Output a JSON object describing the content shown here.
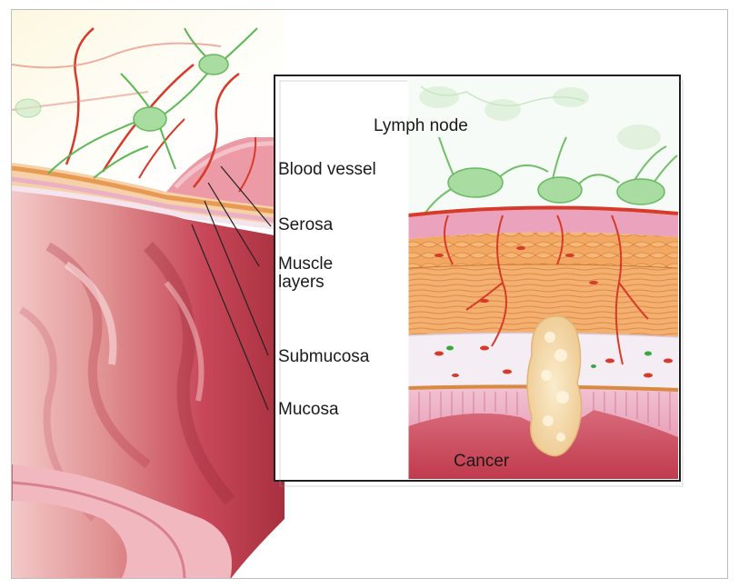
{
  "labels": {
    "lymph_node": "Lymph node",
    "blood_vessel": "Blood vessel",
    "serosa": "Serosa",
    "muscle_line1": "Muscle",
    "muscle_line2": "layers",
    "submucosa": "Submucosa",
    "mucosa": "Mucosa",
    "cancer": "Cancer"
  },
  "colors": {
    "serosa": "#e8a0b8",
    "muscle": "#f0a860",
    "muscle_dark": "#d88840",
    "submucosa": "#f4eef4",
    "mucosa": "#e8a8c0",
    "lumen": "#c8485a",
    "vessel": "#d83a2a",
    "lymph": "#a8dca0",
    "tumor": "#f6dcb0"
  }
}
